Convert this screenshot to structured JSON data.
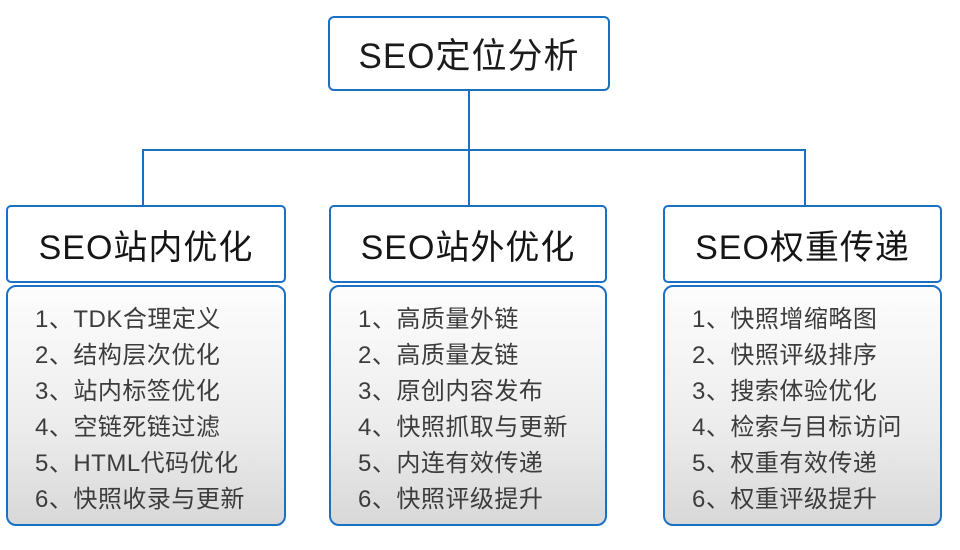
{
  "root": {
    "label": "SEO定位分析"
  },
  "columns": [
    {
      "header": "SEO站内优化",
      "items": [
        "1、TDK合理定义",
        "2、结构层次优化",
        "3、站内标签优化",
        "4、空链死链过滤",
        "5、HTML代码优化",
        "6、快照收录与更新"
      ]
    },
    {
      "header": "SEO站外优化",
      "items": [
        "1、高质量外链",
        "2、高质量友链",
        "3、原创内容发布",
        "4、快照抓取与更新",
        "5、内连有效传递",
        "6、快照评级提升"
      ]
    },
    {
      "header": "SEO权重传递",
      "items": [
        "1、快照增缩略图",
        "2、快照评级排序",
        "3、搜索体验优化",
        "4、检索与目标访问",
        "5、权重有效传递",
        "6、权重评级提升"
      ]
    }
  ],
  "colors": {
    "accent": "#1a70c3",
    "header_background": "#ffffff",
    "body_gradient_top": "#fdfdfd",
    "body_gradient_bottom": "#d8d8d8",
    "title_text": "#1b1b1b",
    "list_text": "#3c3c3c"
  }
}
